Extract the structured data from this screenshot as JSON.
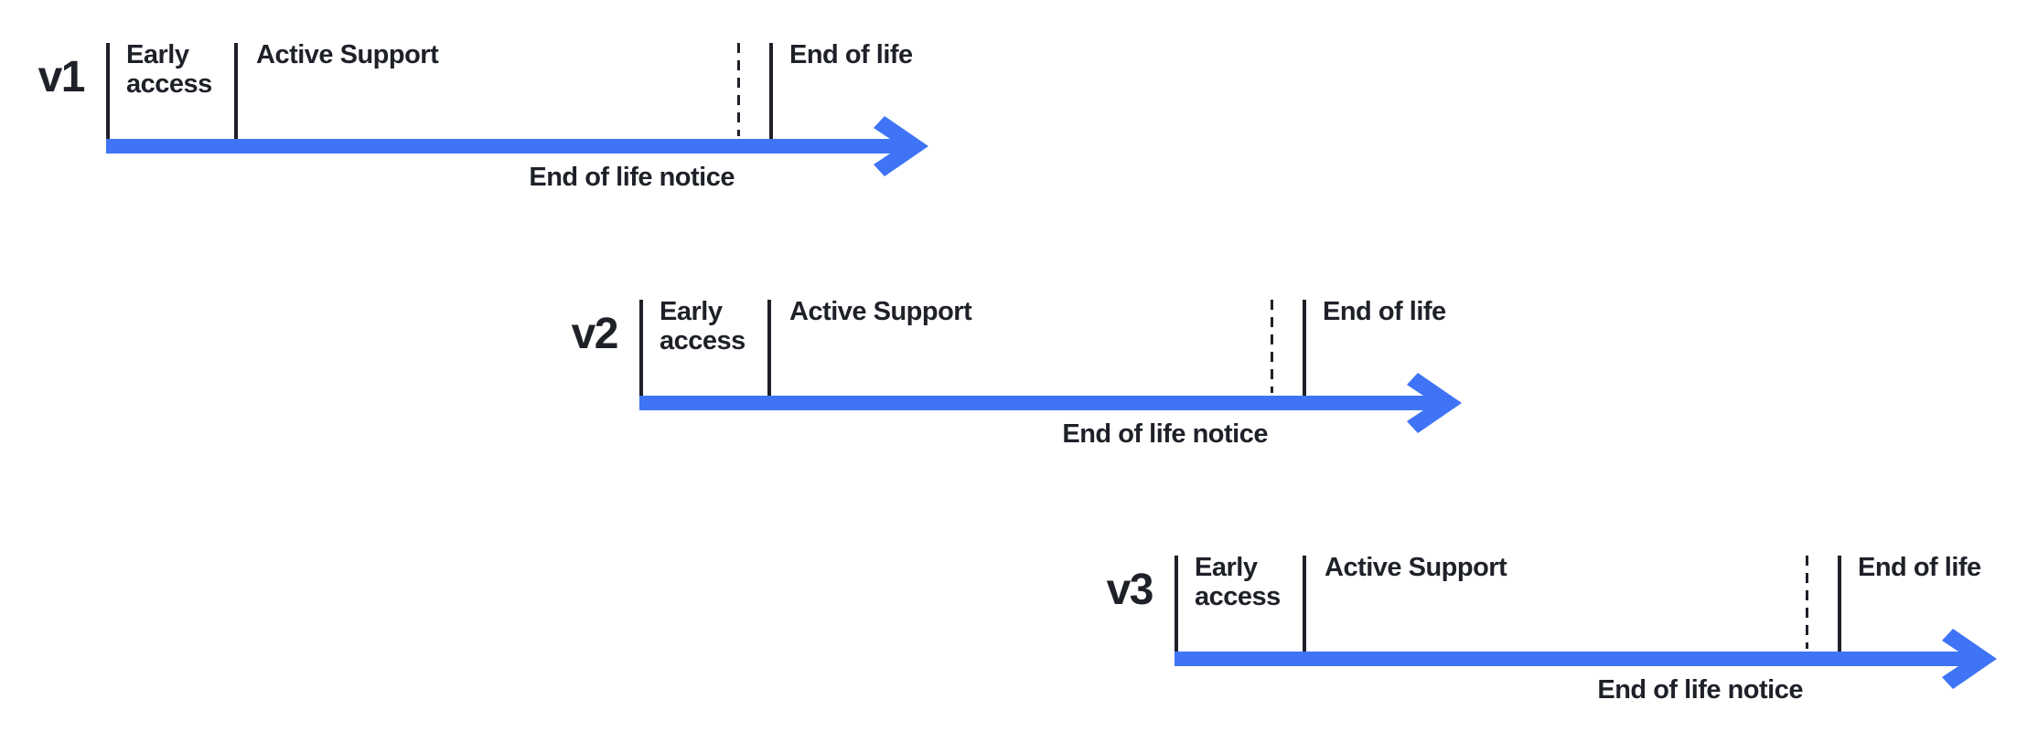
{
  "diagram": {
    "description": "Version support lifecycle timelines"
  },
  "colors": {
    "arrow": "#3E74F5",
    "text": "#1E2128",
    "background": "#FFFFFF"
  },
  "timelines": [
    {
      "version": "v1",
      "early_access": "Early\naccess",
      "active_support": "Active Support",
      "end_of_life": "End of life",
      "eol_notice": "End of life notice"
    },
    {
      "version": "v2",
      "early_access": "Early\naccess",
      "active_support": "Active Support",
      "end_of_life": "End of life",
      "eol_notice": "End of life notice"
    },
    {
      "version": "v3",
      "early_access": "Early\naccess",
      "active_support": "Active Support",
      "end_of_life": "End of life",
      "eol_notice": "End of life notice"
    }
  ]
}
